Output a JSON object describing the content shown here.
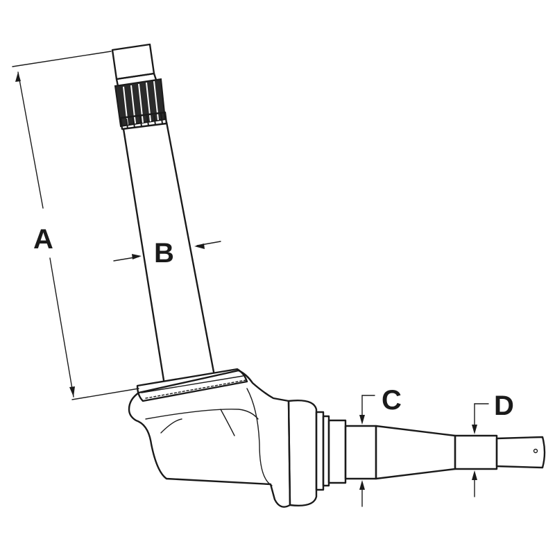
{
  "diagram": {
    "labels": {
      "a": "A",
      "b": "B",
      "c": "C",
      "d": "D"
    }
  },
  "colors": {
    "line": "#1a1a1a",
    "background": "#ffffff",
    "spline_fill": "#2b2b2b"
  }
}
